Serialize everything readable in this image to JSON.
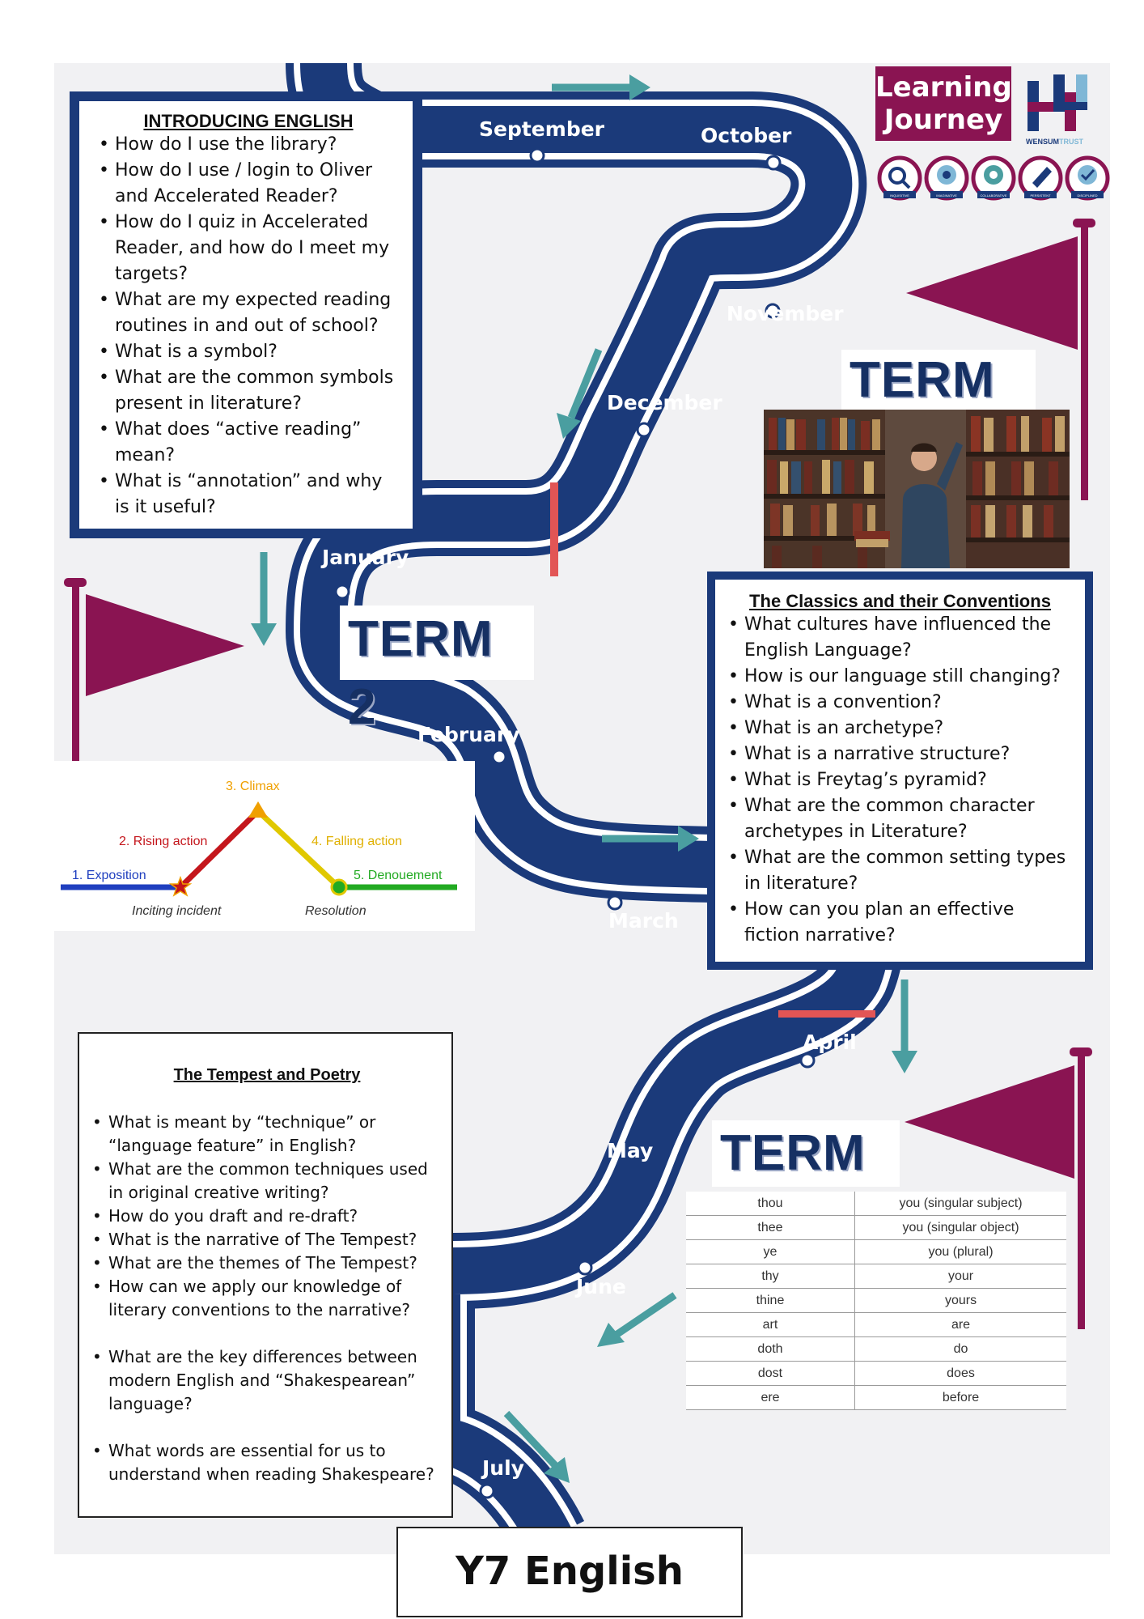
{
  "logo": {
    "line1": "Learning",
    "line2": "Journey",
    "trust_part1": "WENSUM",
    "trust_part2": "TRUST",
    "values": [
      "INQUISITIVE",
      "IMAGINATIVE",
      "COLLABORATIVE",
      "PERSISTENT",
      "DISCIPLINED"
    ]
  },
  "months": [
    "September",
    "October",
    "November",
    "December",
    "January",
    "February",
    "March",
    "April",
    "May",
    "June",
    "July"
  ],
  "terms": {
    "term1": "TERM 1",
    "term2": "TERM 2",
    "term3": "TERM 3"
  },
  "box1": {
    "title": "INTRODUCING ENGLISH",
    "items": [
      "How do I use the library?",
      "How do I use / login to Oliver and Accelerated Reader?",
      "How do I quiz in Accelerated Reader, and how do I meet my targets?",
      "What are my expected reading routines in and out of school?",
      "What is a symbol?",
      "What are the common symbols present in literature?",
      "What does “active reading” mean?",
      "What is “annotation” and why is it useful?"
    ]
  },
  "box2": {
    "title": "The Classics and their Conventions",
    "items": [
      "What cultures have influenced the English Language?",
      "How is our language still changing?",
      "What is a convention?",
      "What is an archetype?",
      "What is a narrative structure?",
      "What is Freytag’s pyramid?",
      "What are the common character archetypes in Literature?",
      "What are the common setting types in literature?",
      "How can you plan an effective fiction narrative?"
    ]
  },
  "box3": {
    "title": "The Tempest and Poetry",
    "items": [
      "What is meant by “technique” or “language feature” in English?",
      "What are the common techniques used in original creative writing?",
      "How do you draft and re-draft?",
      "What is the narrative of The Tempest?",
      "What are the themes of The Tempest?",
      "How can we apply our knowledge of literary conventions to the narrative?",
      "What are the key differences between modern English and “Shakespearean” language?",
      "What words are essential for us to understand when reading Shakespeare?"
    ]
  },
  "narrative": {
    "climax": "3. Climax",
    "rising": "2. Rising action",
    "falling": "4. Falling action",
    "exposition": "1. Exposition",
    "denouement": "5. Denouement",
    "inciting": "Inciting incident",
    "resolution": "Resolution",
    "colors": {
      "blue": "#1f3fbf",
      "red": "#c4161c",
      "orange": "#f0a000",
      "yellow": "#e0c800",
      "green": "#22aa22"
    }
  },
  "vocab": [
    [
      "thou",
      "you (singular subject)"
    ],
    [
      "thee",
      "you (singular object)"
    ],
    [
      "ye",
      "you (plural)"
    ],
    [
      "thy",
      "your"
    ],
    [
      "thine",
      "yours"
    ],
    [
      "art",
      "are"
    ],
    [
      "doth",
      "do"
    ],
    [
      "dost",
      "does"
    ],
    [
      "ere",
      "before"
    ]
  ],
  "page_title": "Y7 English",
  "colors": {
    "road": "#1b3a7a",
    "accent": "#8a1452",
    "arrow": "#4a9ea0",
    "marker": "#e25555"
  }
}
